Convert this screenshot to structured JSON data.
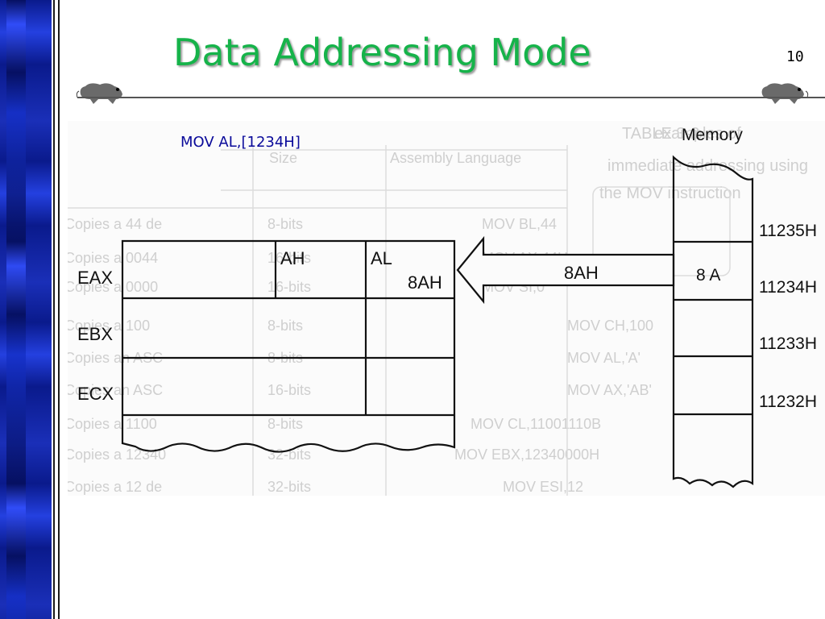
{
  "slide": {
    "title": "Data Addressing Mode",
    "page_number": "10",
    "instruction": "MOV AL,[1234H]"
  },
  "figure": {
    "registers": [
      "EAX",
      "EBX",
      "ECX"
    ],
    "byte_labels": [
      "AH",
      "AL"
    ],
    "al_value": "8AH",
    "arrow_label": "8AH",
    "memory_title": "Memory",
    "memory_cell_value": "8  A",
    "addresses": [
      "11235H",
      "11234H",
      "11233H",
      "11232H"
    ]
  },
  "ghost_table": {
    "header": [
      "Assembly Language",
      "Size"
    ],
    "instructions": [
      "MOV BL,44",
      "MOV AX,44H",
      "MOV SI,0",
      "MOV CH,100",
      "MOV AL,'A'",
      "MOV AX,'AB'",
      "MOV CL,11001110B",
      "MOV EBX,12340000H",
      "MOV ESI,12"
    ],
    "sizes": [
      "8-bits",
      "16-bits",
      "16-bits",
      "8-bits",
      "8-bits",
      "16-bits",
      "8-bits",
      "32-bits",
      "32-bits"
    ],
    "copies": [
      "Copies a 44 de",
      "Copies a 0044",
      "Copies a 0000",
      "Copies a 100",
      "Copies an ASC",
      "Copies an ASC",
      "Copies a 1100",
      "Copies a 12340",
      "Copies a 12 de"
    ],
    "side_caption": [
      "TABLE 3-2",
      "examples of",
      "immediate addressing using",
      "the MOV instruction"
    ]
  },
  "colors": {
    "title": "#16b34a",
    "instruction": "#0a0a9a",
    "sidebar": "#0a1a8c"
  },
  "icons": [
    "bear-icon"
  ]
}
